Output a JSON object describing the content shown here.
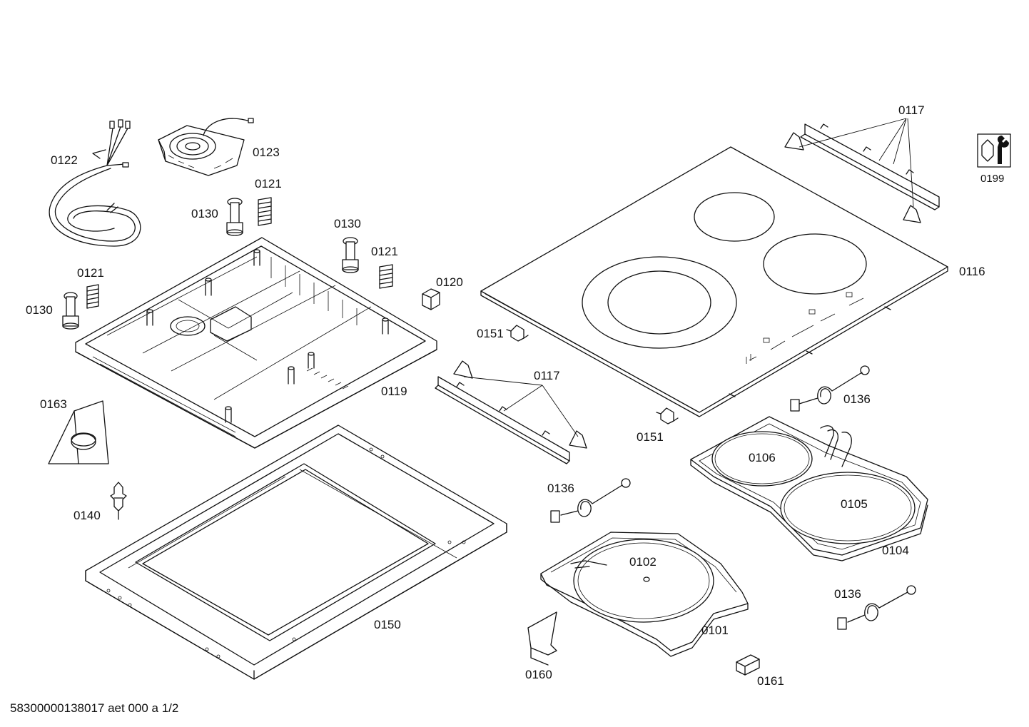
{
  "parts": {
    "p0122": "0122",
    "p0123": "0123",
    "p0121a": "0121",
    "p0130a": "0130",
    "p0130b": "0130",
    "p0121b": "0121",
    "p0121c": "0121",
    "p0130c": "0130",
    "p0120": "0120",
    "p0119": "0119",
    "p0163": "0163",
    "p0140": "0140",
    "p0150": "0150",
    "p0117a": "0117",
    "p0117b": "0117",
    "p0199": "0199",
    "p0116": "0116",
    "p0151a": "0151",
    "p0151b": "0151",
    "p0136a": "0136",
    "p0136b": "0136",
    "p0136c": "0136",
    "p0106": "0106",
    "p0105": "0105",
    "p0104": "0104",
    "p0102": "0102",
    "p0101": "0101",
    "p0160": "0160",
    "p0161": "0161"
  },
  "footer": "58300000138017 aet 000 a 1/2",
  "icons": {
    "service_tool": "wrench-icon"
  }
}
